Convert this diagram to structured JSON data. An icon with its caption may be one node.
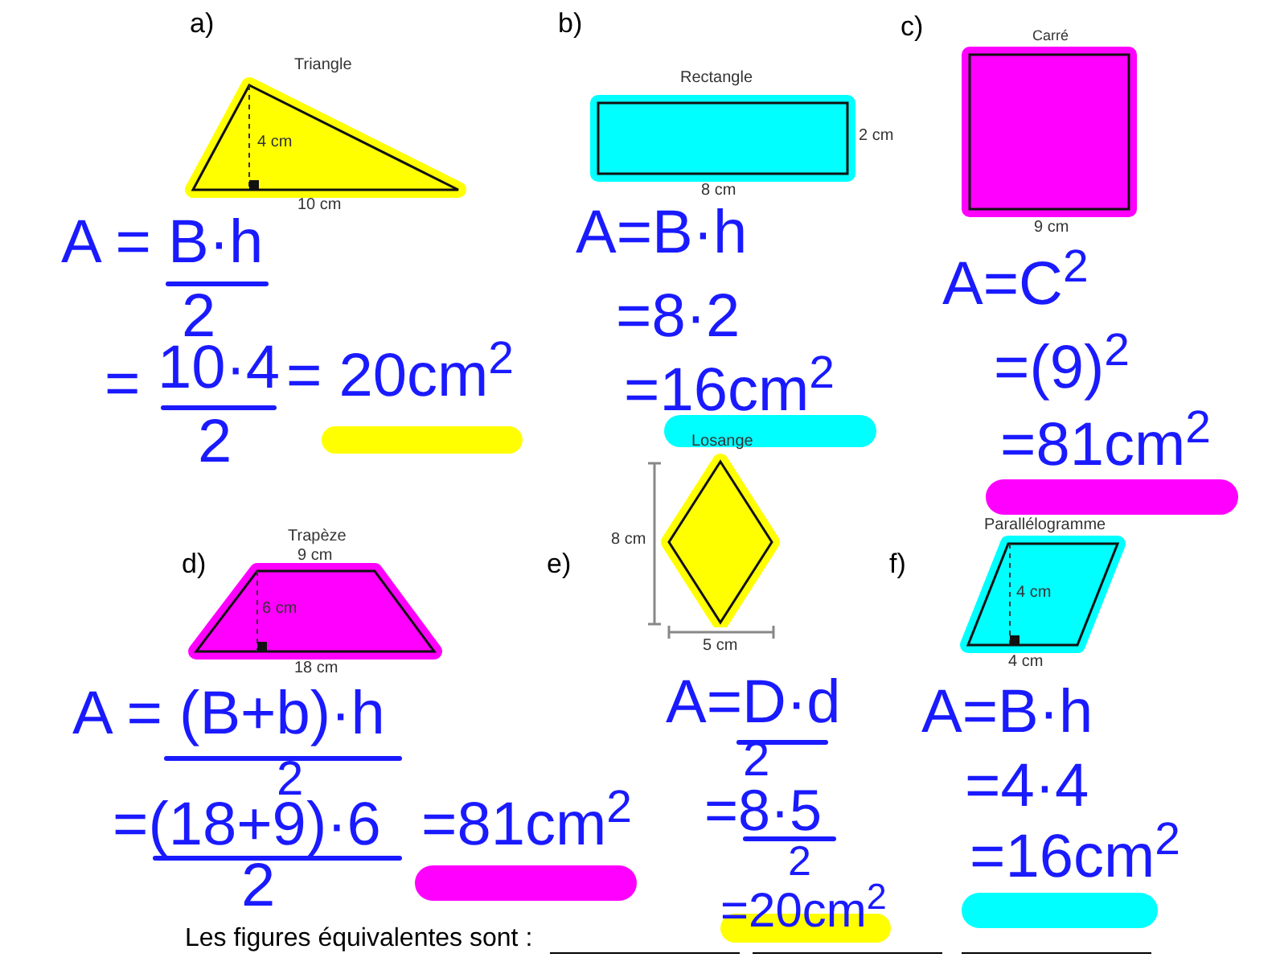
{
  "diagram": {
    "nodes": [
      {
        "text": [
          "Triangle",
          "4 cm",
          "10 cm"
        ]
      },
      {
        "text": [
          "Rectangle",
          "2 cm",
          "8 cm"
        ]
      },
      {
        "text": [
          "Carré",
          "9 cm"
        ]
      },
      {
        "text": [
          "Trapèze",
          "9 cm",
          "6 cm",
          "18 cm"
        ]
      },
      {
        "text": [
          "Losange"
        ],
        "beside": [
          "8 cm",
          "5 cm"
        ]
      },
      {
        "text": [
          "Parallélogramme",
          "4 cm",
          "4 cm"
        ]
      }
    ],
    "edges": [],
    "labels": [
      "a)",
      "b)",
      "c)",
      "A = B·h",
      "2",
      "=",
      "10·4",
      "2",
      "= 20cm$^{2}$",
      "A=B·h",
      "=8·2",
      "=16cm$^{2}$",
      "A=C$^{2}$",
      "=(9)$^{2}$",
      "=81cm$^{2}$",
      "d)",
      "e)",
      "f)",
      "A = (B+b)·h",
      "2",
      "=(18+9)·6",
      "2",
      "=81cm$^{2}$",
      "A=D·d",
      "2",
      "=8·5",
      "2",
      "=20cm$^{2}$",
      "A=B·h",
      "=4·4",
      "=16cm$^{2}$",
      "Les figures équivalentes sont :"
    ]
  }
}
